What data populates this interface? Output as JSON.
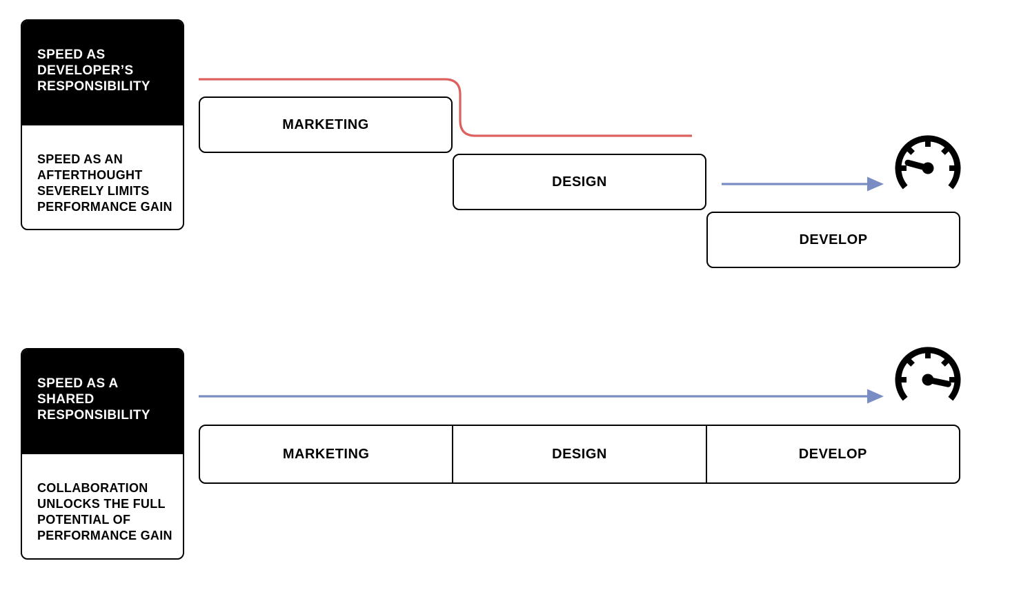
{
  "colors": {
    "accent_red": "#de605e",
    "accent_blue": "#7a8cc4",
    "ink": "#000000"
  },
  "top_section": {
    "card": {
      "title": "SPEED AS\nDEVELOPER’S\nRESPONSIBILITY",
      "subtitle": "SPEED AS AN\nAFTERTHOUGHT\nSEVERELY LIMITS\nPERFORMANCE GAIN"
    },
    "phases": [
      {
        "label": "MARKETING"
      },
      {
        "label": "DESIGN"
      },
      {
        "label": "DEVELOP"
      }
    ],
    "connector_icon": "stepped-handoff-line",
    "arrow_icon": "right-arrow",
    "gauge_icon": "speedometer-needle-low"
  },
  "bottom_section": {
    "card": {
      "title": "SPEED AS A\nSHARED\nRESPONSIBILITY",
      "subtitle": "COLLABORATION\nUNLOCKS THE FULL\nPOTENTIAL OF\nPERFORMANCE GAIN"
    },
    "phases": [
      {
        "label": "MARKETING"
      },
      {
        "label": "DESIGN"
      },
      {
        "label": "DEVELOP"
      }
    ],
    "arrow_icon": "right-arrow",
    "gauge_icon": "speedometer-needle-high"
  }
}
